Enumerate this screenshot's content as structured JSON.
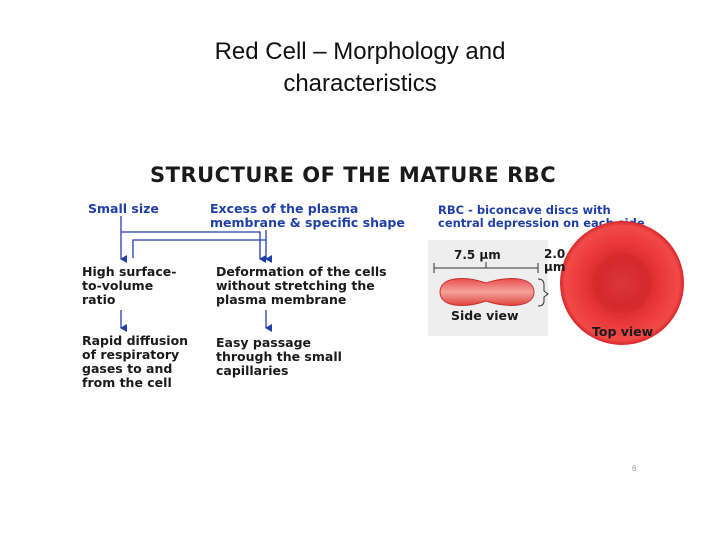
{
  "slide": {
    "title_line1": "Red Cell –  Morphology and",
    "title_line2": "characteristics",
    "page_number": "6"
  },
  "diagram": {
    "title": "STRUCTURE OF THE MATURE RBC",
    "small_size": "Small size",
    "excess_line1": "Excess of the plasma",
    "excess_line2": "membrane & specific shape",
    "rbc_line1": "RBC - biconcave discs with",
    "rbc_line2": "central depression on each side",
    "surface_line1": "High surface-",
    "surface_line2": "to-volume",
    "surface_line3": "ratio",
    "deform_line1": "Deformation of the cells",
    "deform_line2": "without stretching the",
    "deform_line3": "plasma membrane",
    "diffusion_line1": "Rapid diffusion",
    "diffusion_line2": "of respiratory",
    "diffusion_line3": "gases to and",
    "diffusion_line4": "from the cell",
    "passage_line1": "Easy passage",
    "passage_line2": "through the small",
    "passage_line3": "capillaries",
    "diameter": "7.5 µm",
    "thickness_line1": "2.0",
    "thickness_line2": "µm",
    "side_view": "Side view",
    "top_view": "Top view"
  },
  "colors": {
    "blue_text": "#1f3fa6",
    "arrow": "#1f3fa6",
    "cell_red": "#d9262b"
  }
}
